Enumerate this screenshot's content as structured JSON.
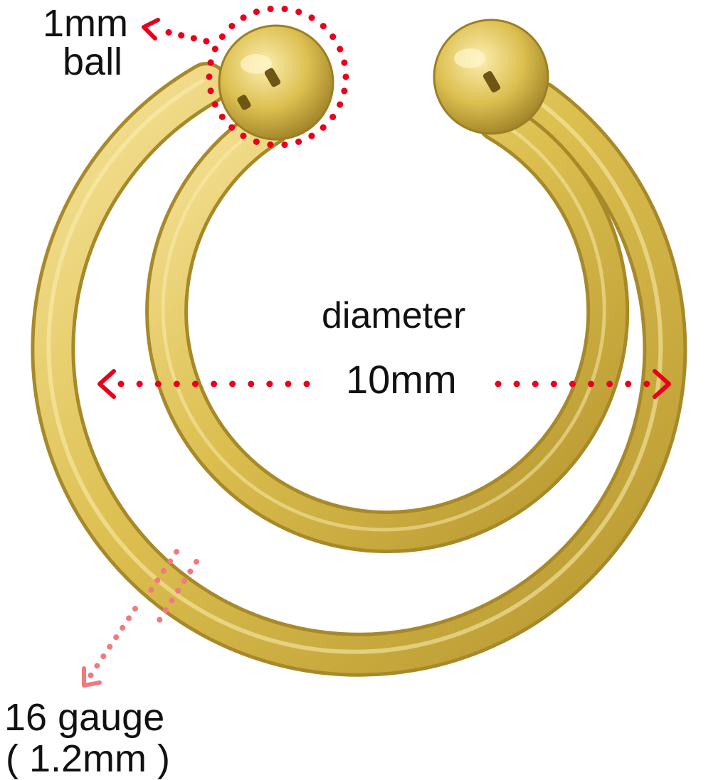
{
  "labels": {
    "ball_line1": "1mm",
    "ball_line2": "ball",
    "diameter_label": "diameter",
    "diameter_value": "10mm",
    "gauge_line1": "16 gauge",
    "gauge_line2": "( 1.2mm )"
  },
  "colors": {
    "background": "#ffffff",
    "gold_light": "#f3dc86",
    "gold_mid": "#dcbf4f",
    "gold_dark": "#a8892a",
    "marker_red": "#e8001c",
    "marker_pink": "#f07a80",
    "text": "#111111"
  }
}
